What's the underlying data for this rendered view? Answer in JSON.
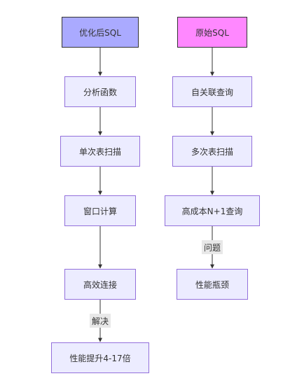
{
  "diagram": {
    "type": "flowchart",
    "colors": {
      "optimized_start_fill": "#aaaaff",
      "original_start_fill": "#ff88ff",
      "node_fill": "#ececff",
      "node_border": "#9370db",
      "edge": "#333333"
    },
    "optimized_flow": {
      "start": "优化后SQL",
      "step1": "分析函数",
      "step2": "单次表扫描",
      "step3": "窗口计算",
      "step4": "高效连接",
      "edge_label": "解决",
      "result": "性能提升4-17倍"
    },
    "original_flow": {
      "start": "原始SQL",
      "step1": "自关联查询",
      "step2": "多次表扫描",
      "step3": "高成本N+1查询",
      "edge_label": "问题",
      "result": "性能瓶颈"
    }
  }
}
